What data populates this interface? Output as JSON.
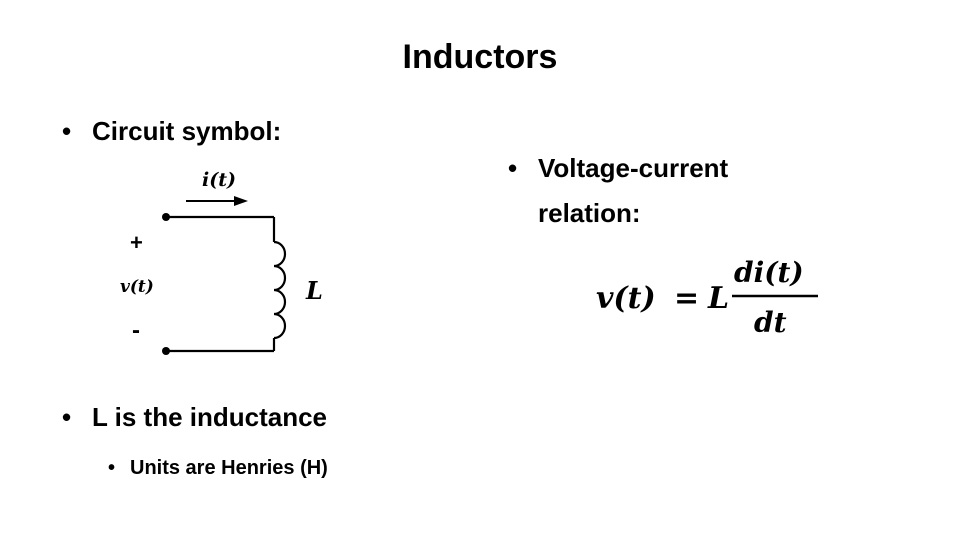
{
  "slide": {
    "title": "Inductors",
    "bullets": {
      "circuit_symbol": "Circuit symbol:",
      "relation": "Voltage-current relation:",
      "inductance": "L is the inductance",
      "units": "Units are Henries (H)"
    },
    "bullet_char": "•"
  },
  "circuit": {
    "current_label": "i(t)",
    "voltage_label": "v(t)",
    "plus": "+",
    "minus": "-",
    "inductor_label": "L"
  },
  "formula": {
    "lhs": "v(t)",
    "equals": "=",
    "coef": "L",
    "numerator": "di(t)",
    "denominator": "dt"
  },
  "colors": {
    "text": "#000000",
    "background": "#ffffff"
  }
}
